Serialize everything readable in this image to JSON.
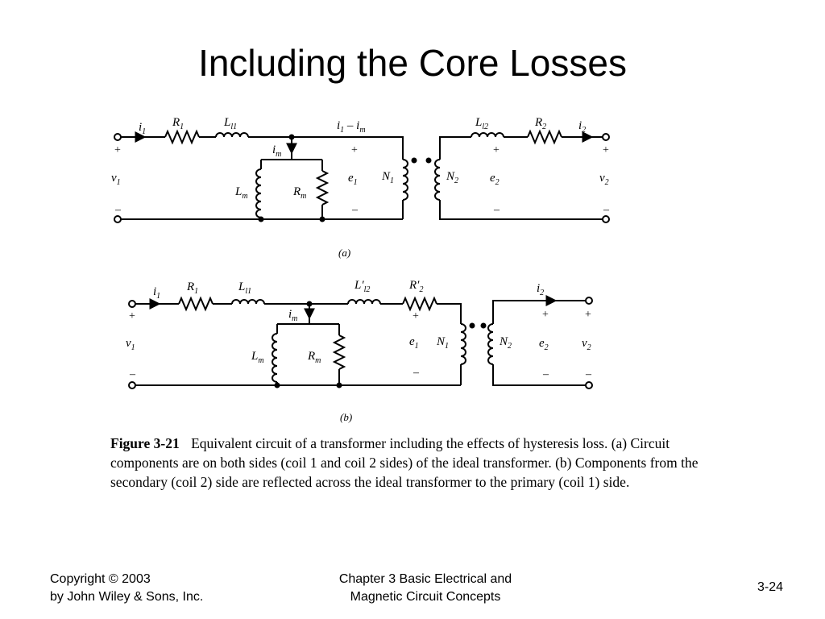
{
  "slide": {
    "title": "Including the Core Losses"
  },
  "circuit_a": {
    "panel_label": "(a)",
    "labels": {
      "i1": "i",
      "i1_sub": "1",
      "R1": "R",
      "R1_sub": "1",
      "Ll1": "L",
      "Ll1_sub": "l1",
      "i1_im_a": "i",
      "i1_im_a_sub": "1",
      "i1_im_minus": " – ",
      "i1_im_b": "i",
      "i1_im_b_sub": "m",
      "im": "i",
      "im_sub": "m",
      "Lm": "L",
      "Lm_sub": "m",
      "Rm": "R",
      "Rm_sub": "m",
      "e1": "e",
      "e1_sub": "1",
      "N1": "N",
      "N1_sub": "1",
      "N2": "N",
      "N2_sub": "2",
      "e2": "e",
      "e2_sub": "2",
      "Ll2": "L",
      "Ll2_sub": "l2",
      "R2": "R",
      "R2_sub": "2",
      "i2": "i",
      "i2_sub": "2",
      "v1": "v",
      "v1_sub": "1",
      "v2": "v",
      "v2_sub": "2",
      "plus": "+",
      "minus": "–"
    }
  },
  "circuit_b": {
    "panel_label": "(b)",
    "labels": {
      "i1": "i",
      "i1_sub": "1",
      "R1": "R",
      "R1_sub": "1",
      "Ll1": "L",
      "Ll1_sub": "l1",
      "Lpl2": "L′",
      "Lpl2_sub": "l2",
      "Rp2": "R′",
      "Rp2_sub": "2",
      "im": "i",
      "im_sub": "m",
      "Lm": "L",
      "Lm_sub": "m",
      "Rm": "R",
      "Rm_sub": "m",
      "e1": "e",
      "e1_sub": "1",
      "N1": "N",
      "N1_sub": "1",
      "N2": "N",
      "N2_sub": "2",
      "e2": "e",
      "e2_sub": "2",
      "i2": "i",
      "i2_sub": "2",
      "v1": "v",
      "v1_sub": "1",
      "v2": "v",
      "v2_sub": "2",
      "plus": "+",
      "minus": "–"
    }
  },
  "caption": {
    "figure_number": "Figure 3-21",
    "text": "Equivalent circuit of a transformer including the effects of hysteresis loss. (a) Circuit components are on both sides (coil 1 and coil 2 sides) of the ideal transformer. (b) Components from the secondary (coil 2) side are reflected across the ideal transformer to the primary (coil 1) side."
  },
  "footer": {
    "copyright_line1": "Copyright © 2003",
    "copyright_line2": "by John Wiley & Sons, Inc.",
    "chapter_line1": "Chapter 3 Basic Electrical and",
    "chapter_line2": "Magnetic Circuit Concepts",
    "page_number": "3-24"
  }
}
